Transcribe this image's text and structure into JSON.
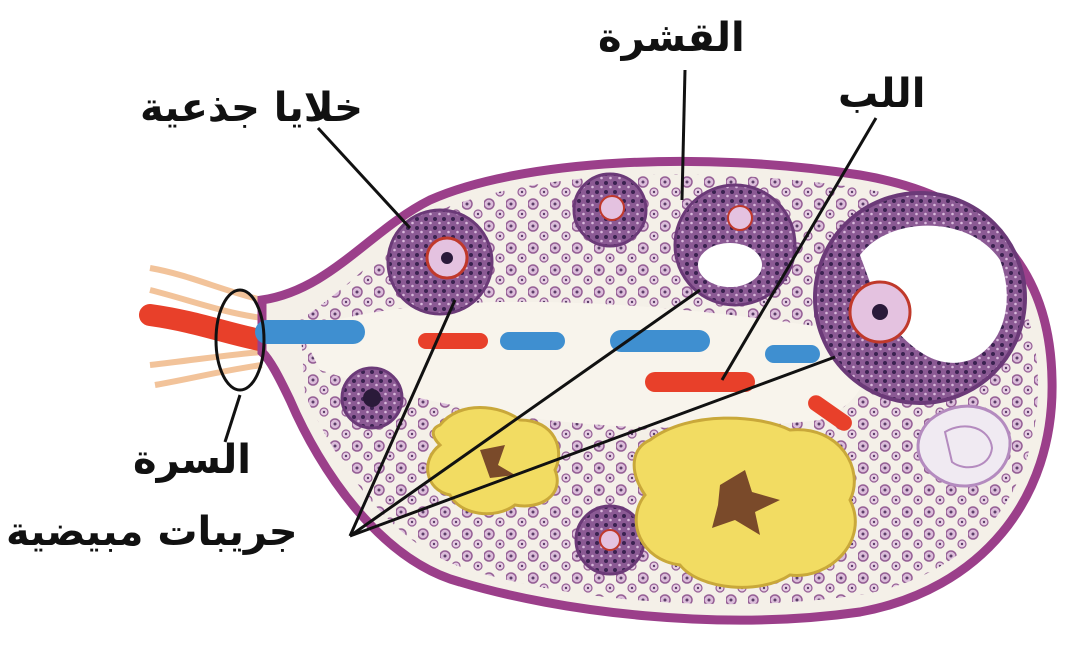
{
  "labels": {
    "cortex": "القشرة",
    "medulla": "اللب",
    "germinal_cells": "خلايا جذعية",
    "hilum": "السرة",
    "ovarian_follicles": "جريبات مبيضية"
  },
  "colors": {
    "capsule": "#9b3f8a",
    "stroma": "#f4f0e8",
    "follicle_cells": "#7a4a86",
    "vein": "#3f8fd0",
    "artery": "#e8402a",
    "corpus_luteum": "#f2dc62",
    "text": "#111111"
  }
}
